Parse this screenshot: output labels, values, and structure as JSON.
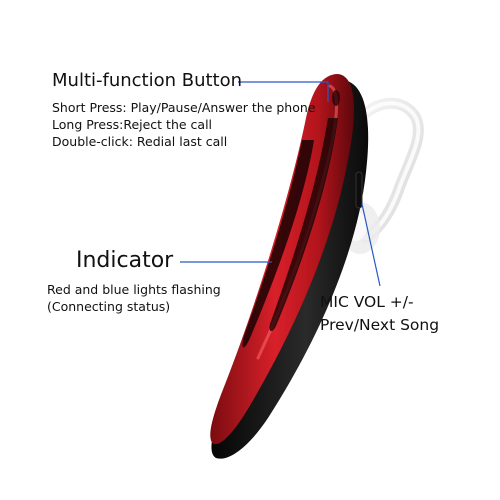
{
  "multi_function": {
    "title": "Multi-function Button",
    "lines": [
      "Short Press: Play/Pause/Answer the phone",
      "Long Press:Reject the call",
      "Double-click: Redial last call"
    ]
  },
  "indicator": {
    "title": "Indicator",
    "lines": [
      "Red and blue lights flashing",
      "(Connecting status)"
    ]
  },
  "mic_vol": {
    "lines": [
      "MIC VOL +/-",
      "Prev/Next Song"
    ]
  },
  "colors": {
    "earpiece_red": "#c0141c",
    "earpiece_black": "#141414",
    "callout_line": "#2a57c6",
    "text": "#111111"
  },
  "icons": [
    "bluetooth-earpiece-image",
    "ear-hook-image"
  ]
}
